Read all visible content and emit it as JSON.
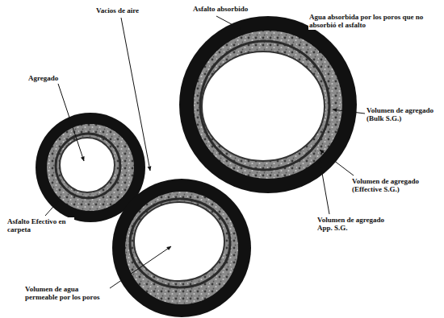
{
  "diagram": {
    "labels": [
      "Vacios de aire",
      "Asfalto absorbido",
      "Agua absorbida por los poros que no absorbió el asfalto",
      "Agregado",
      "Volumen de agregado (Bulk S.G.)",
      "Volumen de agregado (Effective S.G.)",
      "Asfalto Efectivo en carpeta",
      "Volumen de agregado App. S.G.",
      "Volumen de agua permeable por los poros"
    ]
  }
}
